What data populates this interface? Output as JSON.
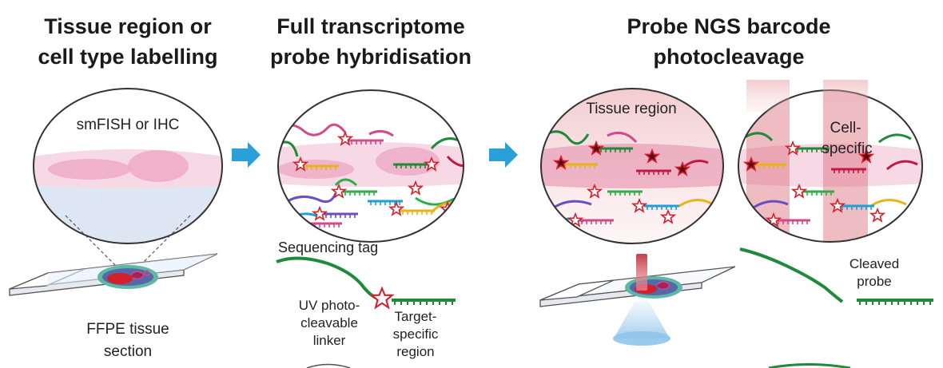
{
  "panels": [
    {
      "title_line1": "Tissue region or",
      "title_line2": "cell type labelling",
      "circle_label": "smFISH or IHC",
      "caption_line1": "FFPE tissue",
      "caption_line2": "section"
    },
    {
      "title_line1": "Full transcriptome",
      "title_line2": "probe hybridisation",
      "probe_labels": {
        "sequencing_tag": "Sequencing tag",
        "linker_line1": "UV photo-",
        "linker_line2": "cleavable",
        "linker_line3": "linker",
        "target_line1": "Target-",
        "target_line2": "specific",
        "target_line3": "region"
      }
    },
    {
      "title_line1": "Probe NGS barcode",
      "title_line2": "photocleavage",
      "left_circle_label": "Tissue region",
      "right_circle_label_line1": "Cell-",
      "right_circle_label_line2": "specific",
      "cleaved_line1": "Cleaved",
      "cleaved_line2": "probe"
    }
  ],
  "colors": {
    "arrow": "#2a9fd8",
    "probe_green": "#1e8a3a",
    "uv_light": "#c0404a",
    "tissue_pink": "#f3c6d8",
    "star_red": "#d4202a"
  },
  "icons": [
    "right-arrow-icon",
    "star-linker-icon",
    "uv-beam-icon"
  ]
}
